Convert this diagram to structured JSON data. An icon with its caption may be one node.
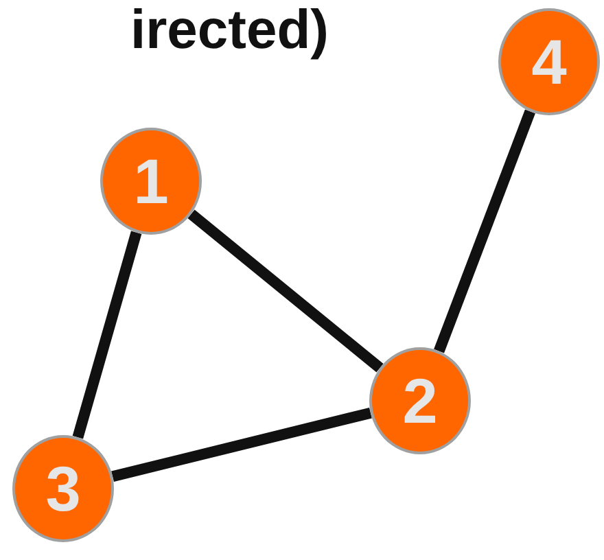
{
  "diagram": {
    "nodes": [
      {
        "text": [
          "1"
        ]
      },
      {
        "text": [
          "2"
        ]
      },
      {
        "text": [
          "3"
        ]
      },
      {
        "text": [
          "4"
        ]
      }
    ],
    "edges": [
      {
        "from": 0,
        "to": 1,
        "arrow": "none"
      },
      {
        "from": 0,
        "to": 2,
        "arrow": "none"
      },
      {
        "from": 2,
        "to": 1,
        "arrow": "none"
      },
      {
        "from": 1,
        "to": 3,
        "arrow": "none"
      }
    ],
    "labels": [
      "irected)"
    ]
  }
}
